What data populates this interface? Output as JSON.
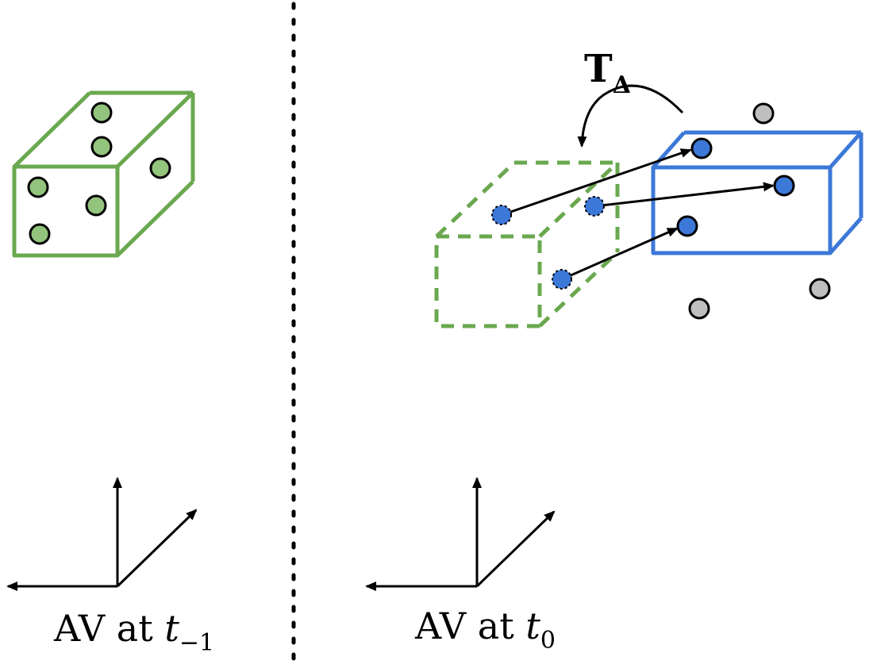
{
  "left_panel": {
    "caption_prefix": "AV at ",
    "caption_var": "t",
    "caption_sub": "−1"
  },
  "right_panel": {
    "caption_prefix": "AV at ",
    "caption_var": "t",
    "caption_sub": "0",
    "transform_symbol": "T",
    "transform_sub": "Δ"
  },
  "colors": {
    "green_box": "#6aa84f",
    "green_point": "#93c47d",
    "blue_box": "#3c78d8",
    "blue_point": "#3c78d8",
    "gray_point": "#bfbfbf",
    "ink": "#000000"
  }
}
